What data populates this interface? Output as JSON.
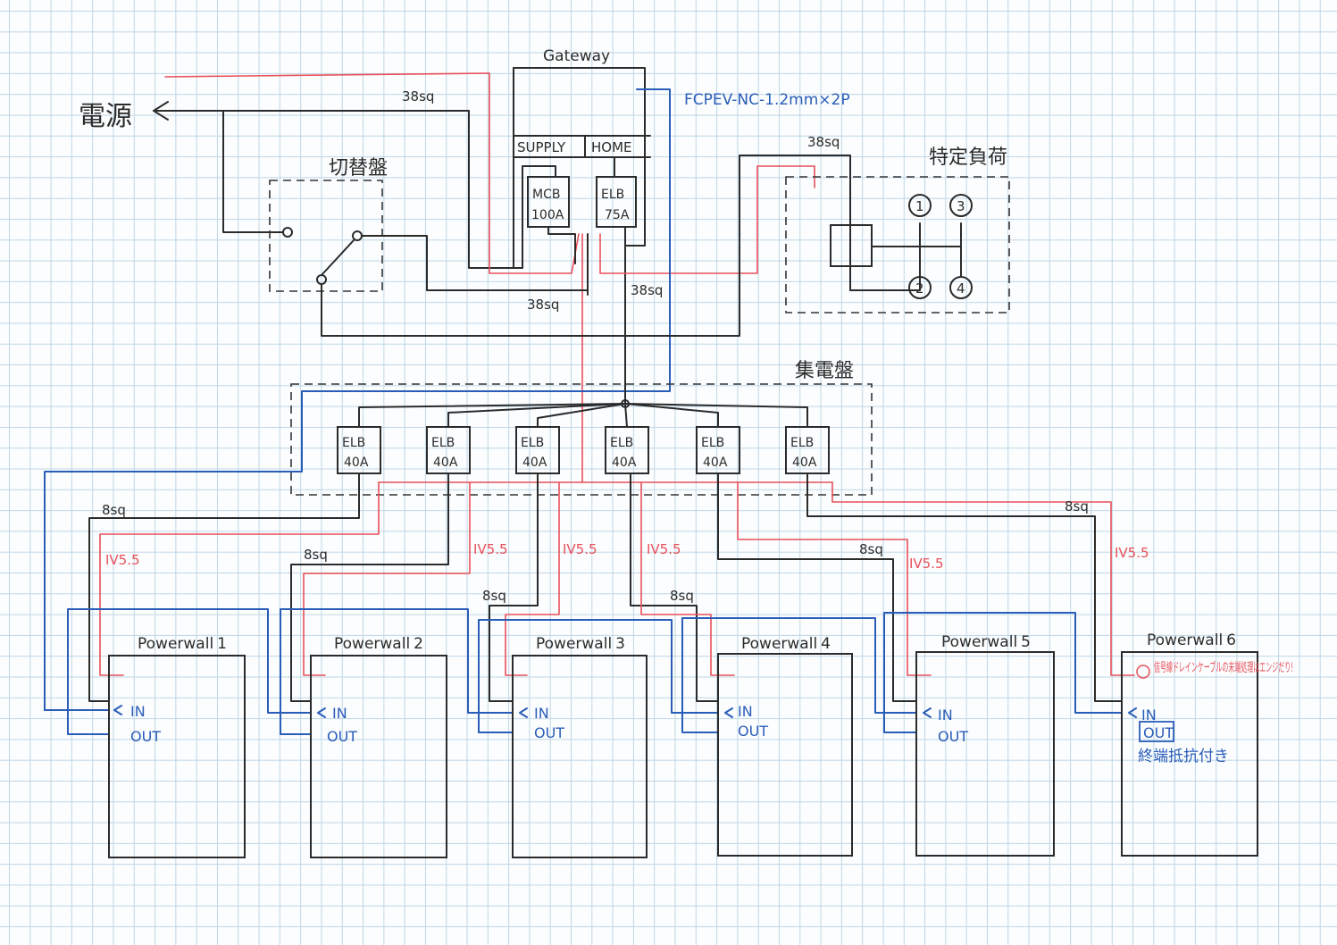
{
  "labels": {
    "power_source": "電源",
    "gateway": "Gateway",
    "signal_cable": "FCPEV-NC-1.2mm×2P",
    "switchboard": "切替盤",
    "specific_load": "特定負荷",
    "collection_panel": "集電盤",
    "supply": "SUPPLY",
    "home": "HOME",
    "mcb": "MCB",
    "mcb_rating": "100A",
    "elb_main": "ELB",
    "elb_main_rating": "75A",
    "wire_38sq": "38sq",
    "wire_8sq": "8sq",
    "wire_iv": "IV5.5",
    "sig_in": "IN",
    "sig_out": "OUT",
    "note_drain": "信号線ドレインケーブルの末端処理はエンジだり!",
    "note_term": "終端抵抗付き"
  },
  "load_circuits": [
    "1",
    "3",
    "2",
    "4"
  ],
  "breakers": [
    {
      "label": "ELB",
      "rating": "40A"
    },
    {
      "label": "ELB",
      "rating": "40A"
    },
    {
      "label": "ELB",
      "rating": "40A"
    },
    {
      "label": "ELB",
      "rating": "40A"
    },
    {
      "label": "ELB",
      "rating": "40A"
    },
    {
      "label": "ELB",
      "rating": "40A"
    }
  ],
  "powerwalls": [
    {
      "name": "Powerwall",
      "num": "1"
    },
    {
      "name": "Powerwall",
      "num": "2"
    },
    {
      "name": "Powerwall",
      "num": "3"
    },
    {
      "name": "Powerwall",
      "num": "4"
    },
    {
      "name": "Powerwall",
      "num": "5"
    },
    {
      "name": "Powerwall",
      "num": "6"
    }
  ],
  "colors": {
    "power": "#2b2b2b",
    "ground": "#e8505a",
    "signal": "#2a5db8"
  }
}
